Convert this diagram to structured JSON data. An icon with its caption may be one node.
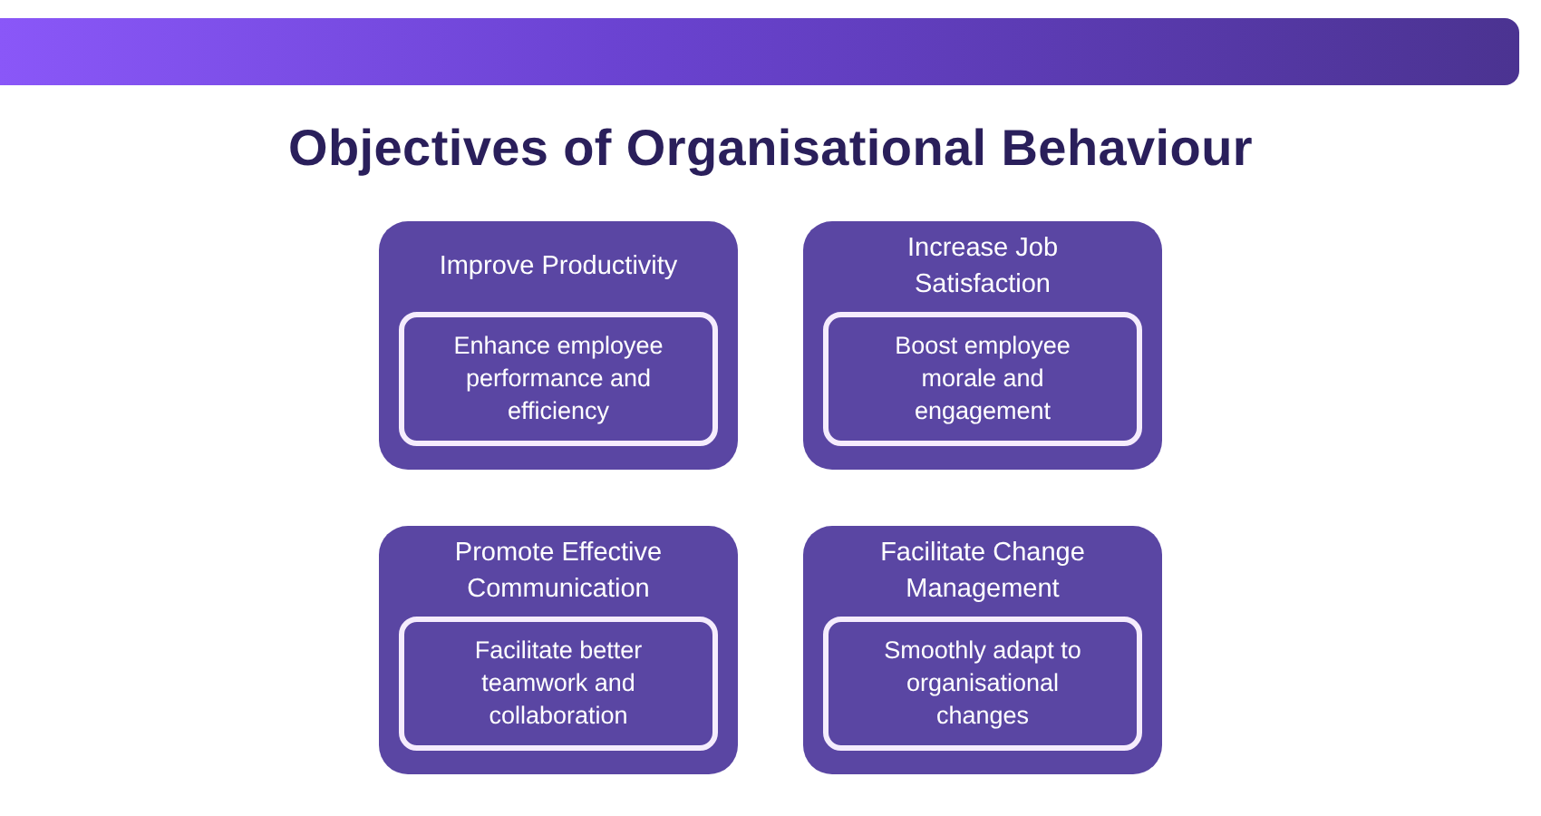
{
  "diagram": {
    "title": "Objectives of Organisational Behaviour",
    "nodes": [
      {
        "text": [
          "Improve Productivity"
        ]
      },
      {
        "text": [
          "Enhance employee performance and efficiency"
        ],
        "in": 0
      },
      {
        "text": [
          "Increase Job Satisfaction"
        ]
      },
      {
        "text": [
          "Boost employee morale and engagement"
        ],
        "in": 2
      },
      {
        "text": [
          "Promote Effective Communication"
        ]
      },
      {
        "text": [
          "Facilitate better teamwork and collaboration"
        ],
        "in": 4
      },
      {
        "text": [
          "Facilitate Change Management"
        ]
      },
      {
        "text": [
          "Smoothly adapt to organisational changes"
        ],
        "in": 6
      }
    ]
  }
}
